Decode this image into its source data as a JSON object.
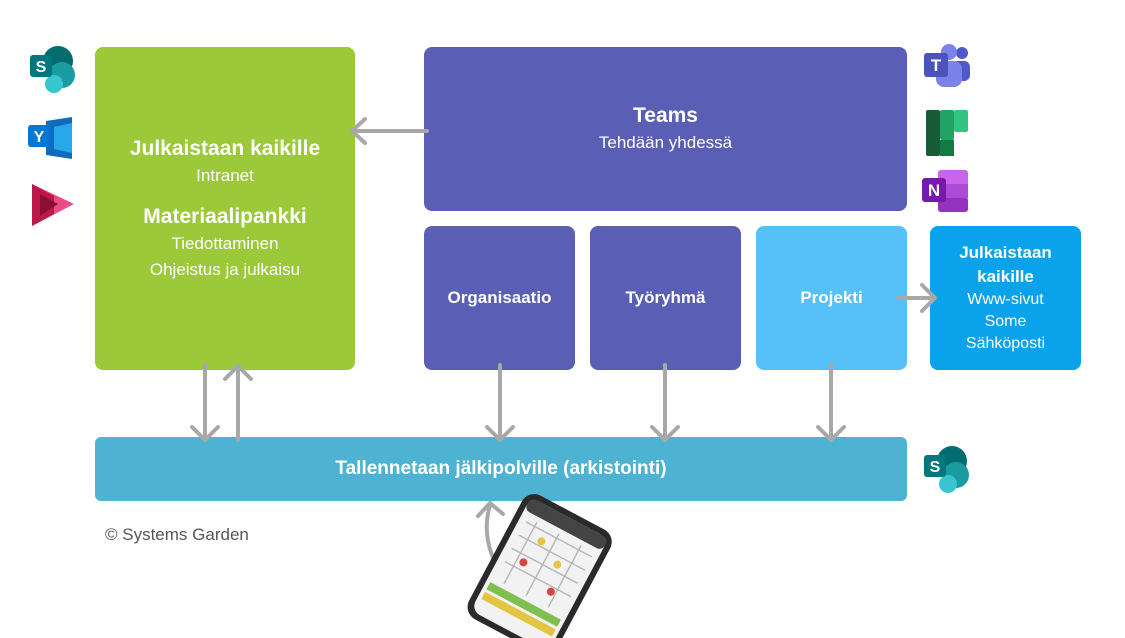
{
  "green_box": {
    "title1": "Julkaistaan kaikille",
    "sub1": "Intranet",
    "title2": "Materiaalipankki",
    "sub2a": "Tiedottaminen",
    "sub2b": "Ohjeistus ja julkaisu"
  },
  "teams_box": {
    "title": "Teams",
    "subtitle": "Tehdään yhdessä"
  },
  "org_box": {
    "label": "Organisaatio"
  },
  "work_box": {
    "label": "Työryhmä"
  },
  "proj_box": {
    "label": "Projekti"
  },
  "publish_box": {
    "title_a": "Julkaistaan",
    "title_b": "kaikille",
    "line1": "Www-sivut",
    "line2": "Some",
    "line3": "Sähköposti"
  },
  "archive_box": {
    "label": "Tallennetaan jälkipolville (arkistointi)"
  },
  "copyright": "© Systems Garden",
  "icons": {
    "sharepoint": "S",
    "yammer": "Y",
    "teams": "T",
    "onenote": "N"
  },
  "colors": {
    "green": "#9bc93a",
    "purple": "#5a5fb5",
    "light_blue": "#55c1f6",
    "blue": "#0aa2ea",
    "teal": "#4eb3d3",
    "arrow": "#a8a8a8"
  }
}
